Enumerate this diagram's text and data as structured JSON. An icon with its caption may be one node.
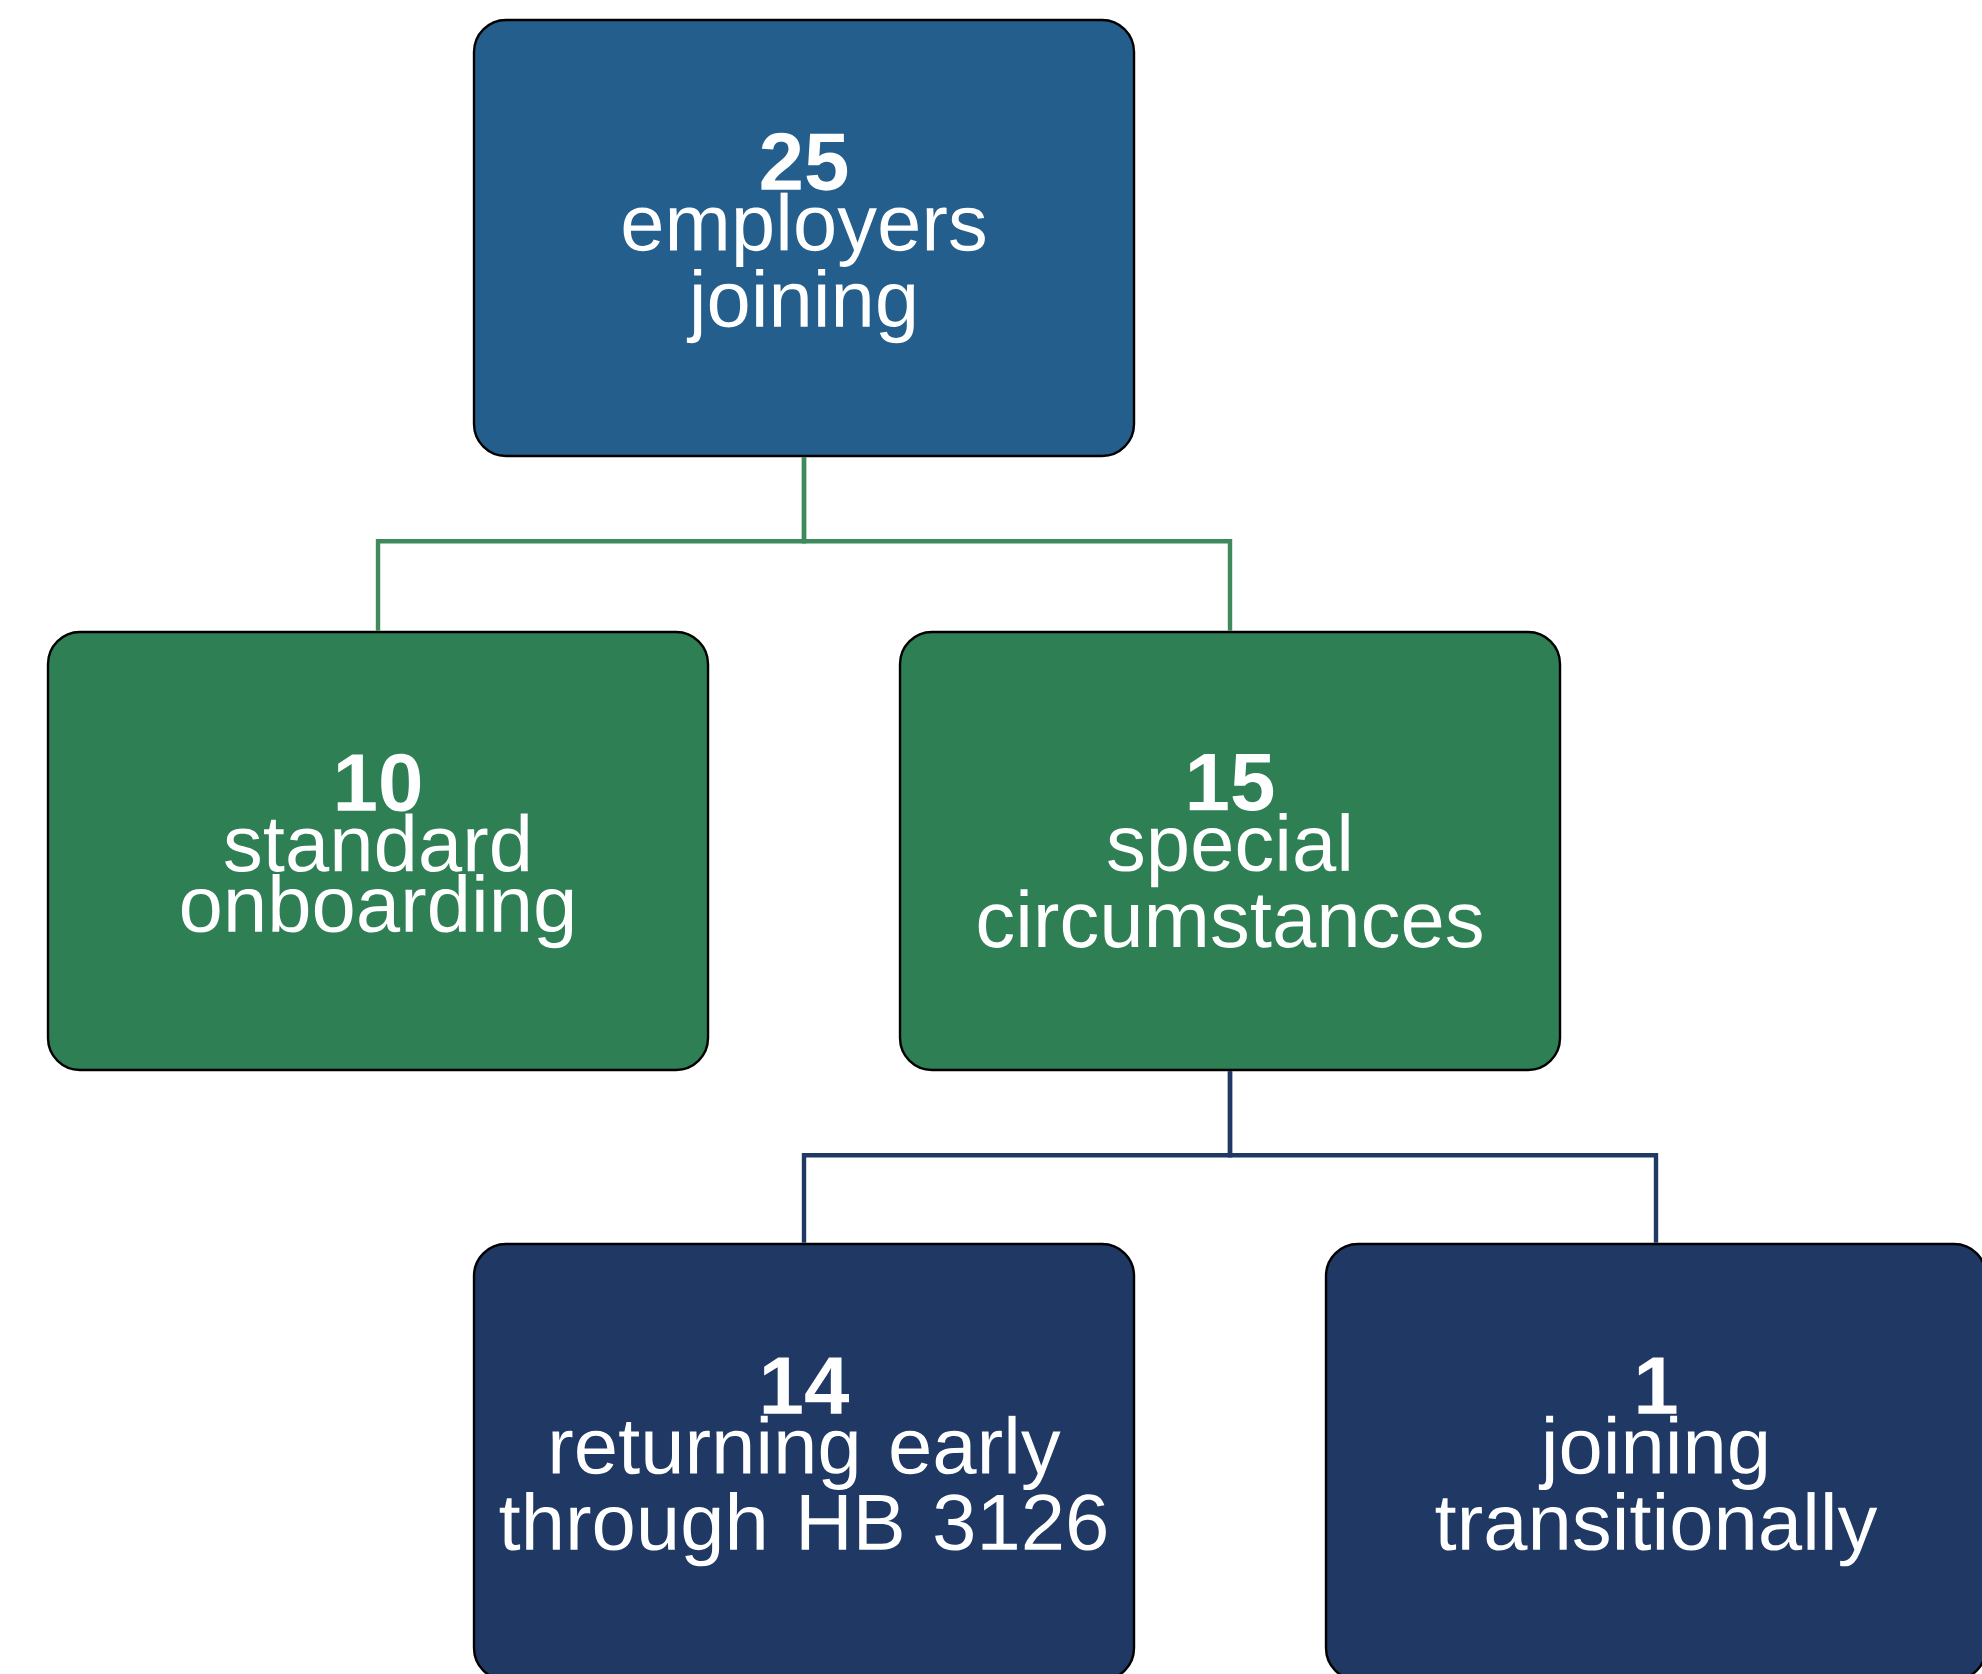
{
  "diagram": {
    "nodes": [
      {
        "text": [
          "25",
          "employers joining"
        ]
      },
      {
        "text": [
          "10",
          "standard onboarding"
        ]
      },
      {
        "text": [
          "15",
          "special circumstances"
        ]
      },
      {
        "text": [
          "14",
          "returning early through HB 3126"
        ]
      },
      {
        "text": [
          "1",
          "joining transitionally"
        ]
      }
    ],
    "edges": [
      {
        "from": 0,
        "to": 1,
        "arrow": "none",
        "color": "#3f8a5c"
      },
      {
        "from": 0,
        "to": 2,
        "arrow": "none",
        "color": "#3f8a5c"
      },
      {
        "from": 2,
        "to": 3,
        "arrow": "none",
        "color": "#1f3864"
      },
      {
        "from": 2,
        "to": 4,
        "arrow": "none",
        "color": "#1f3864"
      }
    ]
  }
}
